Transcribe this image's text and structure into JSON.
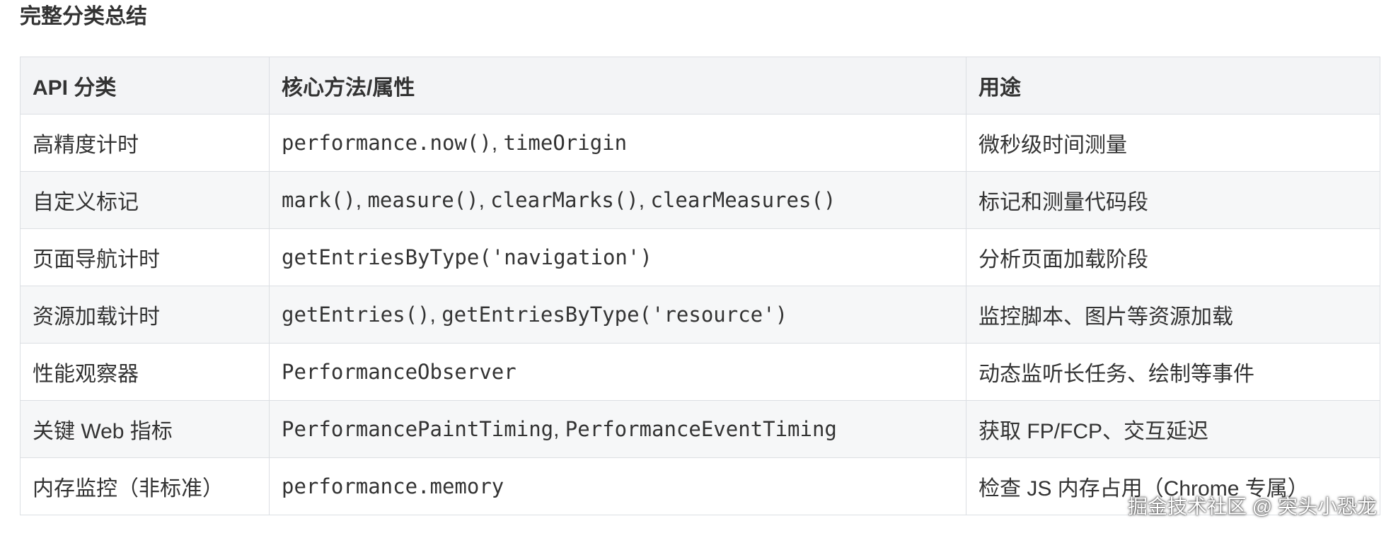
{
  "section_title": "完整分类总结",
  "table": {
    "headers": [
      "API 分类",
      "核心方法/属性",
      "用途"
    ],
    "rows": [
      {
        "category": "高精度计时",
        "methods": [
          "performance.now()",
          "timeOrigin"
        ],
        "purpose": "微秒级时间测量"
      },
      {
        "category": "自定义标记",
        "methods": [
          "mark()",
          "measure()",
          "clearMarks()",
          "clearMeasures()"
        ],
        "purpose": "标记和测量代码段"
      },
      {
        "category": "页面导航计时",
        "methods": [
          "getEntriesByType('navigation')"
        ],
        "purpose": "分析页面加载阶段"
      },
      {
        "category": "资源加载计时",
        "methods": [
          "getEntries()",
          "getEntriesByType('resource')"
        ],
        "purpose": "监控脚本、图片等资源加载"
      },
      {
        "category": "性能观察器",
        "methods": [
          "PerformanceObserver"
        ],
        "purpose": "动态监听长任务、绘制等事件"
      },
      {
        "category": "关键 Web 指标",
        "methods": [
          "PerformancePaintTiming",
          "PerformanceEventTiming"
        ],
        "purpose": "获取 FP/FCP、交互延迟"
      },
      {
        "category": "内存监控（非标准）",
        "methods": [
          "performance.memory"
        ],
        "purpose": "检查 JS 内存占用（Chrome 专属）"
      }
    ],
    "method_separator": ", "
  },
  "watermark": "掘金技术社区 @ 突头小恐龙"
}
